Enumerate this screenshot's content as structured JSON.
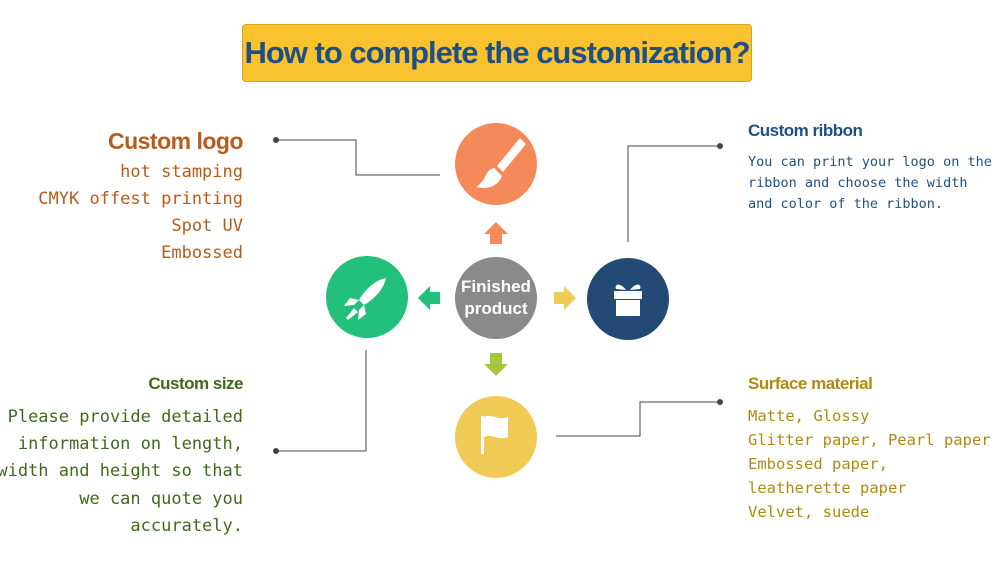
{
  "title": "How to complete the customization?",
  "center": {
    "line1": "Finished",
    "line2": "product"
  },
  "custom_logo": {
    "heading": "Custom logo",
    "lines": [
      "hot stamping",
      "CMYK offest printing",
      "Spot UV",
      "Embossed"
    ]
  },
  "custom_ribbon": {
    "heading": "Custom ribbon",
    "lines": [
      "You can print your logo on the",
      "ribbon and choose the width",
      "and color of the ribbon."
    ]
  },
  "custom_size": {
    "heading": "Custom size",
    "lines": [
      "Please provide detailed",
      "information on length,",
      "width and height so that",
      "we can quote you",
      "accurately."
    ]
  },
  "surface_material": {
    "heading": "Surface material",
    "lines": [
      "Matte, Glossy",
      "Glitter paper, Pearl paper",
      "Embossed paper,",
      "leatherette paper",
      "Velvet, suede"
    ]
  },
  "colors": {
    "banner": "#f9c22e",
    "title": "#1e4f86",
    "logo": "#b85a1a",
    "ribbon": "#1e4f86",
    "size": "#3e6b1a",
    "surface": "#b08a10",
    "circle_orange": "#f5895a",
    "circle_green": "#22c07a",
    "circle_gray": "#8a8a8a",
    "circle_navy": "#224a75",
    "circle_yellow": "#efcb55"
  },
  "icons": {
    "top": "paintbrush-icon",
    "left": "rocket-icon",
    "right": "gift-box-icon",
    "bottom": "flag-icon"
  }
}
